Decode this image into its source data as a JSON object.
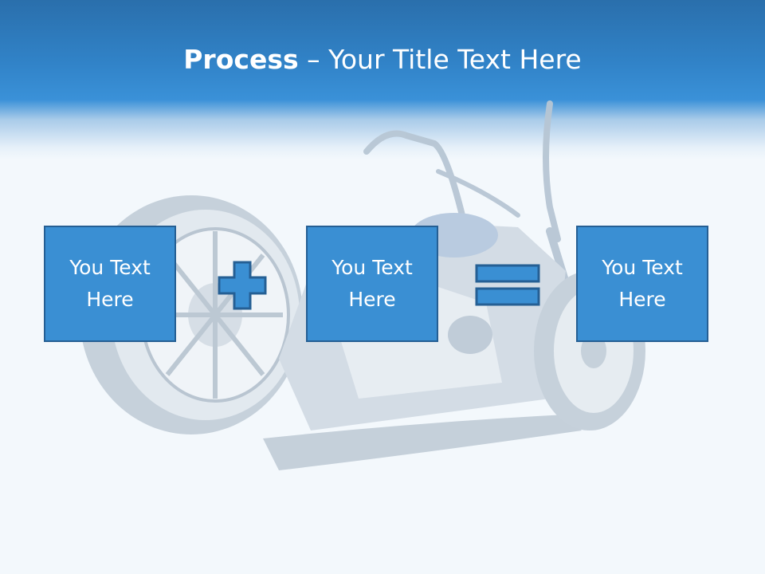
{
  "slide": {
    "title_bold": "Process",
    "title_rest": " – Your Title Text Here",
    "boxes": [
      {
        "text": "You Text Here"
      },
      {
        "text": "You Text Here"
      },
      {
        "text": "You Text Here"
      }
    ],
    "operators": [
      "plus-icon",
      "equals-icon"
    ],
    "colors": {
      "header": "#3183c8",
      "box_fill": "#3a8fd3",
      "box_border": "#255f94",
      "background": "#f3f8fc"
    }
  }
}
